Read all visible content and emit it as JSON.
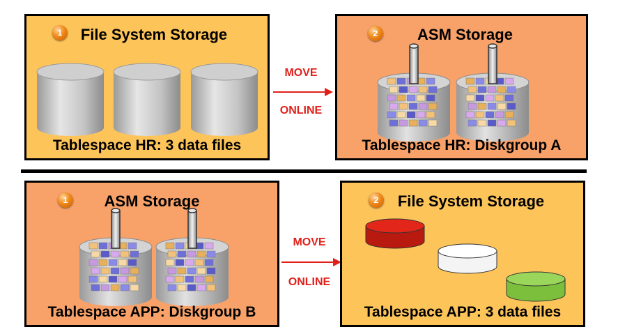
{
  "panels": {
    "top_left": {
      "badge": "1",
      "title": "File System Storage",
      "caption": "Tablespace HR: 3 data files",
      "color": "#fdc45a"
    },
    "top_right": {
      "badge": "2",
      "title": "ASM Storage",
      "caption": "Tablespace HR: Diskgroup A",
      "color": "#f8a26a"
    },
    "bottom_left": {
      "badge": "1",
      "title": "ASM Storage",
      "caption": "Tablespace APP: Diskgroup B",
      "color": "#f8a26a"
    },
    "bottom_right": {
      "badge": "2",
      "title": "File System Storage",
      "caption": "Tablespace APP: 3 data files",
      "color": "#fdc45a"
    }
  },
  "arrows": {
    "top": {
      "line1": "MOVE",
      "line2": "ONLINE"
    },
    "bottom": {
      "line1": "MOVE",
      "line2": "ONLINE"
    }
  },
  "colors": {
    "arrow": "#e0201a",
    "disk_red": "#cc1a10",
    "disk_white": "#ffffff",
    "disk_green": "#8ccf4a"
  }
}
